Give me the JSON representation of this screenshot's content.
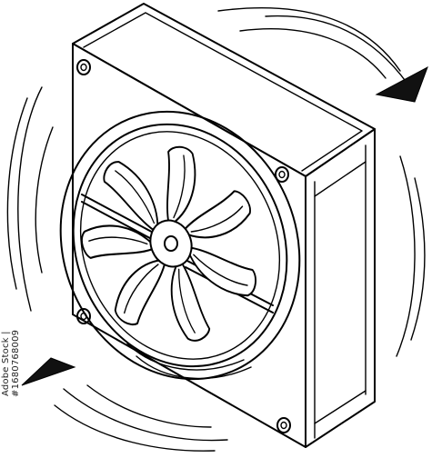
{
  "illustration": {
    "subject": "computer cooling fan, isometric line drawing, with rotation arrows",
    "colors": {
      "ink": "#000000",
      "background": "#ffffff"
    },
    "blade_count": 7,
    "mounting_screws": 4
  },
  "watermark": {
    "stock_id": "Adobe Stock | #1680768009"
  }
}
